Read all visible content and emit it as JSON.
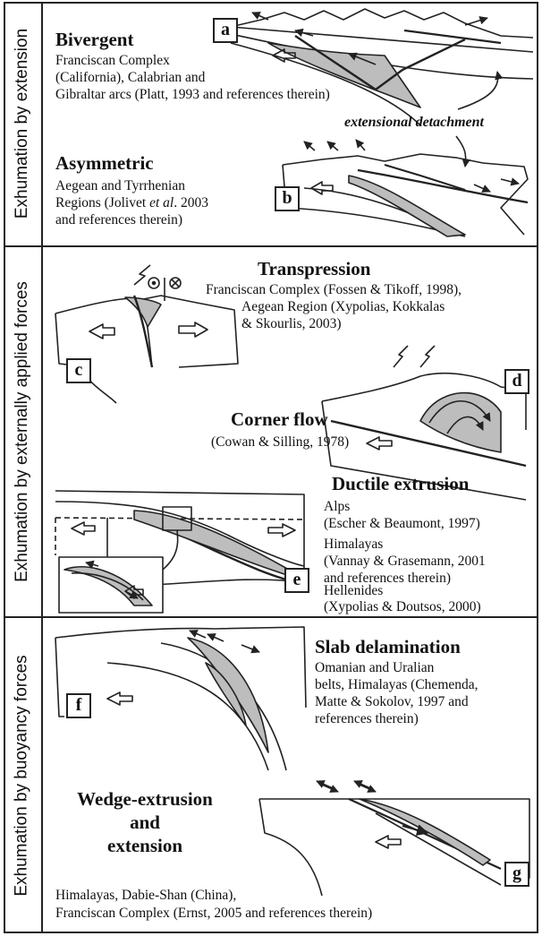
{
  "sections": [
    {
      "side_label": "Exhumation by extension"
    },
    {
      "side_label": "Exhumation by externally applied forces"
    },
    {
      "side_label": "Exhumation by buoyancy forces"
    }
  ],
  "panels": {
    "a": {
      "letter": "a",
      "title": "Bivergent",
      "lines": [
        "Franciscan Complex",
        "(California), Calabrian and",
        "Gibraltar arcs (Platt, 1993 and references therein)"
      ]
    },
    "b": {
      "letter": "b",
      "title": "Asymmetric",
      "lines": [
        "Aegean and Tyrrhenian",
        "Regions (Jolivet ",
        "et al",
        ". 2003",
        "and references therein)"
      ]
    },
    "extensional_detachment": "extensional detachment",
    "c": {
      "letter": "c",
      "title": "Transpression",
      "lines": [
        "Franciscan Complex (Fossen & Tikoff, 1998),",
        "Aegean Region (Xypolias, Kokkalas",
        "& Skourlis, 2003)"
      ]
    },
    "d": {
      "letter": "d",
      "title": "Corner flow",
      "lines": [
        "(Cowan & Silling, 1978)"
      ]
    },
    "e": {
      "letter": "e",
      "title": "Ductile extrusion",
      "lines": [
        "Alps",
        "(Escher & Beaumont, 1997)",
        "Himalayas",
        "(Vannay & Grasemann, 2001",
        "and references therein)",
        "Hellenides",
        "(Xypolias & Doutsos, 2000)"
      ]
    },
    "f": {
      "letter": "f",
      "title": "Slab delamination",
      "lines": [
        "Omanian and Uralian",
        "belts, Himalayas (Chemenda,",
        "Matte & Sokolov, 1997 and",
        "references therein)"
      ]
    },
    "g": {
      "letter": "g",
      "title_lines": [
        "Wedge-extrusion",
        "and",
        "extension"
      ],
      "lines": [
        "Himalayas, Dabie-Shan (China),",
        "Franciscan Complex (Ernst, 2005 and references therein)"
      ]
    }
  },
  "colors": {
    "shade": "#bdbdbd",
    "line": "#222222"
  }
}
